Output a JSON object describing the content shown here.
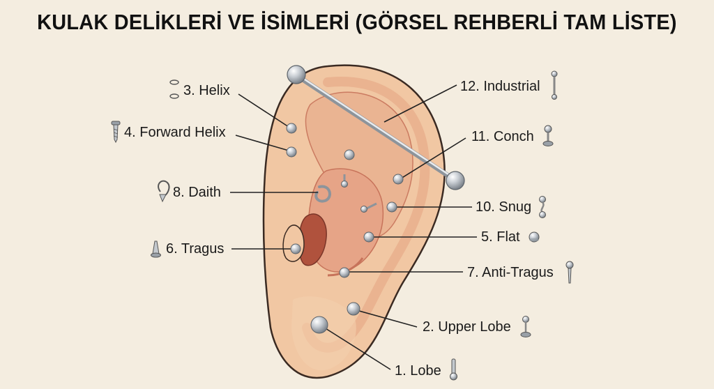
{
  "title": "KULAK DELİKLERİ VE İSİMLERİ (GÖRSEL REHBERLİ TAM LİSTE)",
  "piercings": [
    {
      "id": "lobe",
      "label": "1. Lobe",
      "icon": "labret-stud-icon"
    },
    {
      "id": "upper-lobe",
      "label": "2. Upper Lobe",
      "icon": "ball-stud-icon"
    },
    {
      "id": "helix",
      "label": "3. Helix",
      "icon": "hoop-rings-icon"
    },
    {
      "id": "forward-helix",
      "label": "4. Forward Helix",
      "icon": "screw-stud-icon"
    },
    {
      "id": "flat",
      "label": "5. Flat",
      "icon": "flat-disc-icon"
    },
    {
      "id": "tragus",
      "label": "6. Tragus",
      "icon": "spike-stud-icon"
    },
    {
      "id": "anti-tragus",
      "label": "7. Anti-Tragus",
      "icon": "pin-stud-icon"
    },
    {
      "id": "daith",
      "label": "8. Daith",
      "icon": "curved-ring-icon"
    },
    {
      "id": "snug",
      "label": "10. Snug",
      "icon": "curved-barbell-icon"
    },
    {
      "id": "conch",
      "label": "11. Conch",
      "icon": "conch-stud-icon"
    },
    {
      "id": "industrial",
      "label": "12. Industrial",
      "icon": "straight-barbell-icon"
    }
  ],
  "colors": {
    "background": "#f4ede0",
    "skin": "#f1c7a3",
    "skin_shadow": "#e3a282",
    "inner_shadow": "#c7735a",
    "metal": "#b7bdc4",
    "outline": "#3a2a22"
  }
}
